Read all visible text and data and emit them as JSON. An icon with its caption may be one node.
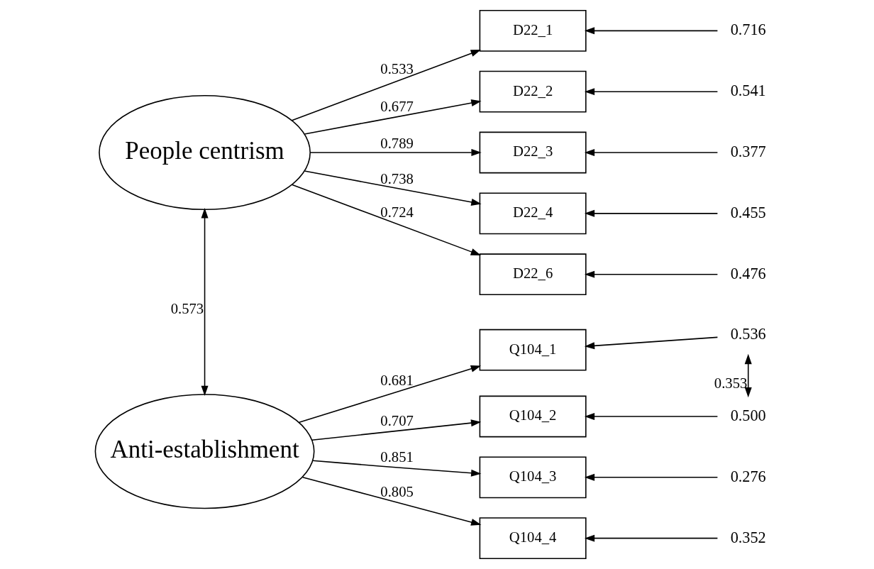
{
  "diagram": {
    "nodes": [
      {
        "text": [
          "People centrism"
        ]
      },
      {
        "text": [
          "D22_1"
        ]
      },
      {
        "text": [
          "D22_2"
        ]
      },
      {
        "text": [
          "D22_3"
        ]
      },
      {
        "text": [
          "D22_4"
        ]
      },
      {
        "text": [
          "D22_6"
        ]
      },
      {
        "text": [
          "0.716"
        ]
      },
      {
        "text": [
          "0.541"
        ]
      },
      {
        "text": [
          "0.377"
        ]
      },
      {
        "text": [
          "0.455"
        ]
      },
      {
        "text": [
          "0.476"
        ]
      },
      {
        "text": [
          "Anti-establishment"
        ]
      },
      {
        "text": [
          "Q104_1"
        ]
      },
      {
        "text": [
          "Q104_2"
        ]
      },
      {
        "text": [
          "Q104_3"
        ]
      },
      {
        "text": [
          "Q104_4"
        ]
      },
      {
        "text": [
          "0.536"
        ]
      },
      {
        "text": [
          "0.500"
        ]
      },
      {
        "text": [
          "0.276"
        ]
      },
      {
        "text": [
          "0.352"
        ]
      }
    ],
    "edges": [
      {
        "from": 0,
        "to": 1,
        "arrow": "to",
        "label": "0.533"
      },
      {
        "from": 0,
        "to": 2,
        "arrow": "to",
        "label": "0.677"
      },
      {
        "from": 0,
        "to": 3,
        "arrow": "to",
        "label": "0.789"
      },
      {
        "from": 0,
        "to": 4,
        "arrow": "to",
        "label": "0.738"
      },
      {
        "from": 0,
        "to": 5,
        "arrow": "to",
        "label": "0.724"
      },
      {
        "from": 6,
        "to": 1,
        "arrow": "to"
      },
      {
        "from": 7,
        "to": 2,
        "arrow": "to"
      },
      {
        "from": 8,
        "to": 3,
        "arrow": "to"
      },
      {
        "from": 9,
        "to": 4,
        "arrow": "to"
      },
      {
        "from": 10,
        "to": 5,
        "arrow": "to"
      },
      {
        "from": 0,
        "to": 11,
        "arrow": "both",
        "label": "0.573"
      },
      {
        "from": 11,
        "to": 12,
        "arrow": "to",
        "label": "0.681"
      },
      {
        "from": 11,
        "to": 13,
        "arrow": "to",
        "label": "0.707"
      },
      {
        "from": 11,
        "to": 14,
        "arrow": "to",
        "label": "0.851"
      },
      {
        "from": 11,
        "to": 15,
        "arrow": "to",
        "label": "0.805"
      },
      {
        "from": 16,
        "to": 12,
        "arrow": "to"
      },
      {
        "from": 17,
        "to": 13,
        "arrow": "to"
      },
      {
        "from": 18,
        "to": 14,
        "arrow": "to"
      },
      {
        "from": 19,
        "to": 15,
        "arrow": "to"
      },
      {
        "from": 16,
        "to": 17,
        "arrow": "both",
        "label": "0.353"
      }
    ]
  }
}
